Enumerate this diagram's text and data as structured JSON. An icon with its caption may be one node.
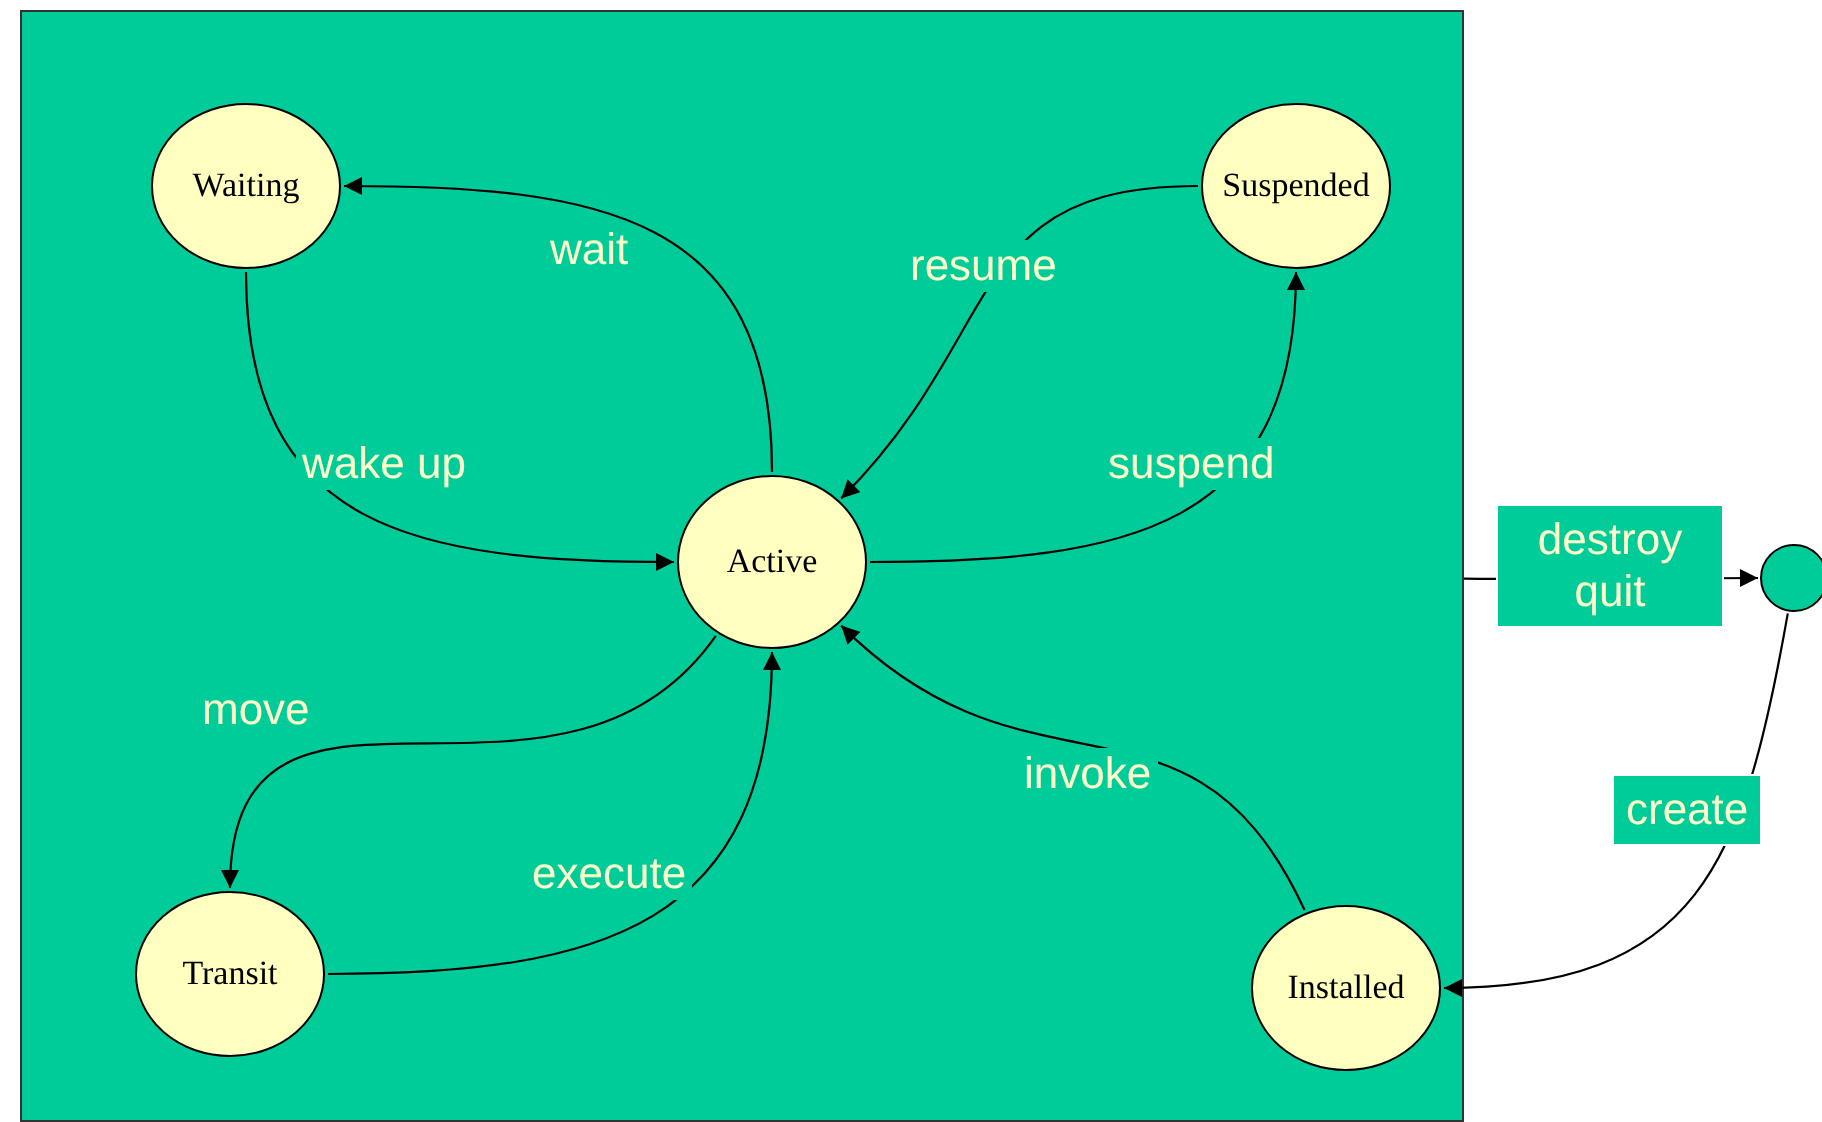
{
  "diagram": {
    "nodes": [
      {
        "text": [],
        "shape": "box"
      },
      {
        "text": [
          "Waiting"
        ],
        "in": 0
      },
      {
        "text": [
          "Suspended"
        ],
        "in": 0
      },
      {
        "text": [
          "Active"
        ],
        "in": 0
      },
      {
        "text": [
          "Transit"
        ],
        "in": 0
      },
      {
        "text": [
          "Installed"
        ],
        "in": 0
      },
      {
        "text": [],
        "shape": "circle"
      }
    ],
    "edges": [
      {
        "from": 3,
        "to": 1,
        "arrow": "to",
        "label": "wait"
      },
      {
        "from": 1,
        "to": 3,
        "arrow": "to",
        "label": "wake up"
      },
      {
        "from": 2,
        "to": 3,
        "arrow": "to",
        "label": "resume"
      },
      {
        "from": 3,
        "to": 2,
        "arrow": "to",
        "label": "suspend"
      },
      {
        "from": 3,
        "to": 4,
        "arrow": "to",
        "label": "move"
      },
      {
        "from": 4,
        "to": 3,
        "arrow": "to",
        "label": "execute"
      },
      {
        "from": 5,
        "to": 3,
        "arrow": "to",
        "label": "invoke"
      },
      {
        "from": 0,
        "to": 6,
        "arrow": "to",
        "label": "destroy quit"
      },
      {
        "from": 6,
        "to": 5,
        "arrow": "to",
        "label": "create"
      }
    ]
  }
}
